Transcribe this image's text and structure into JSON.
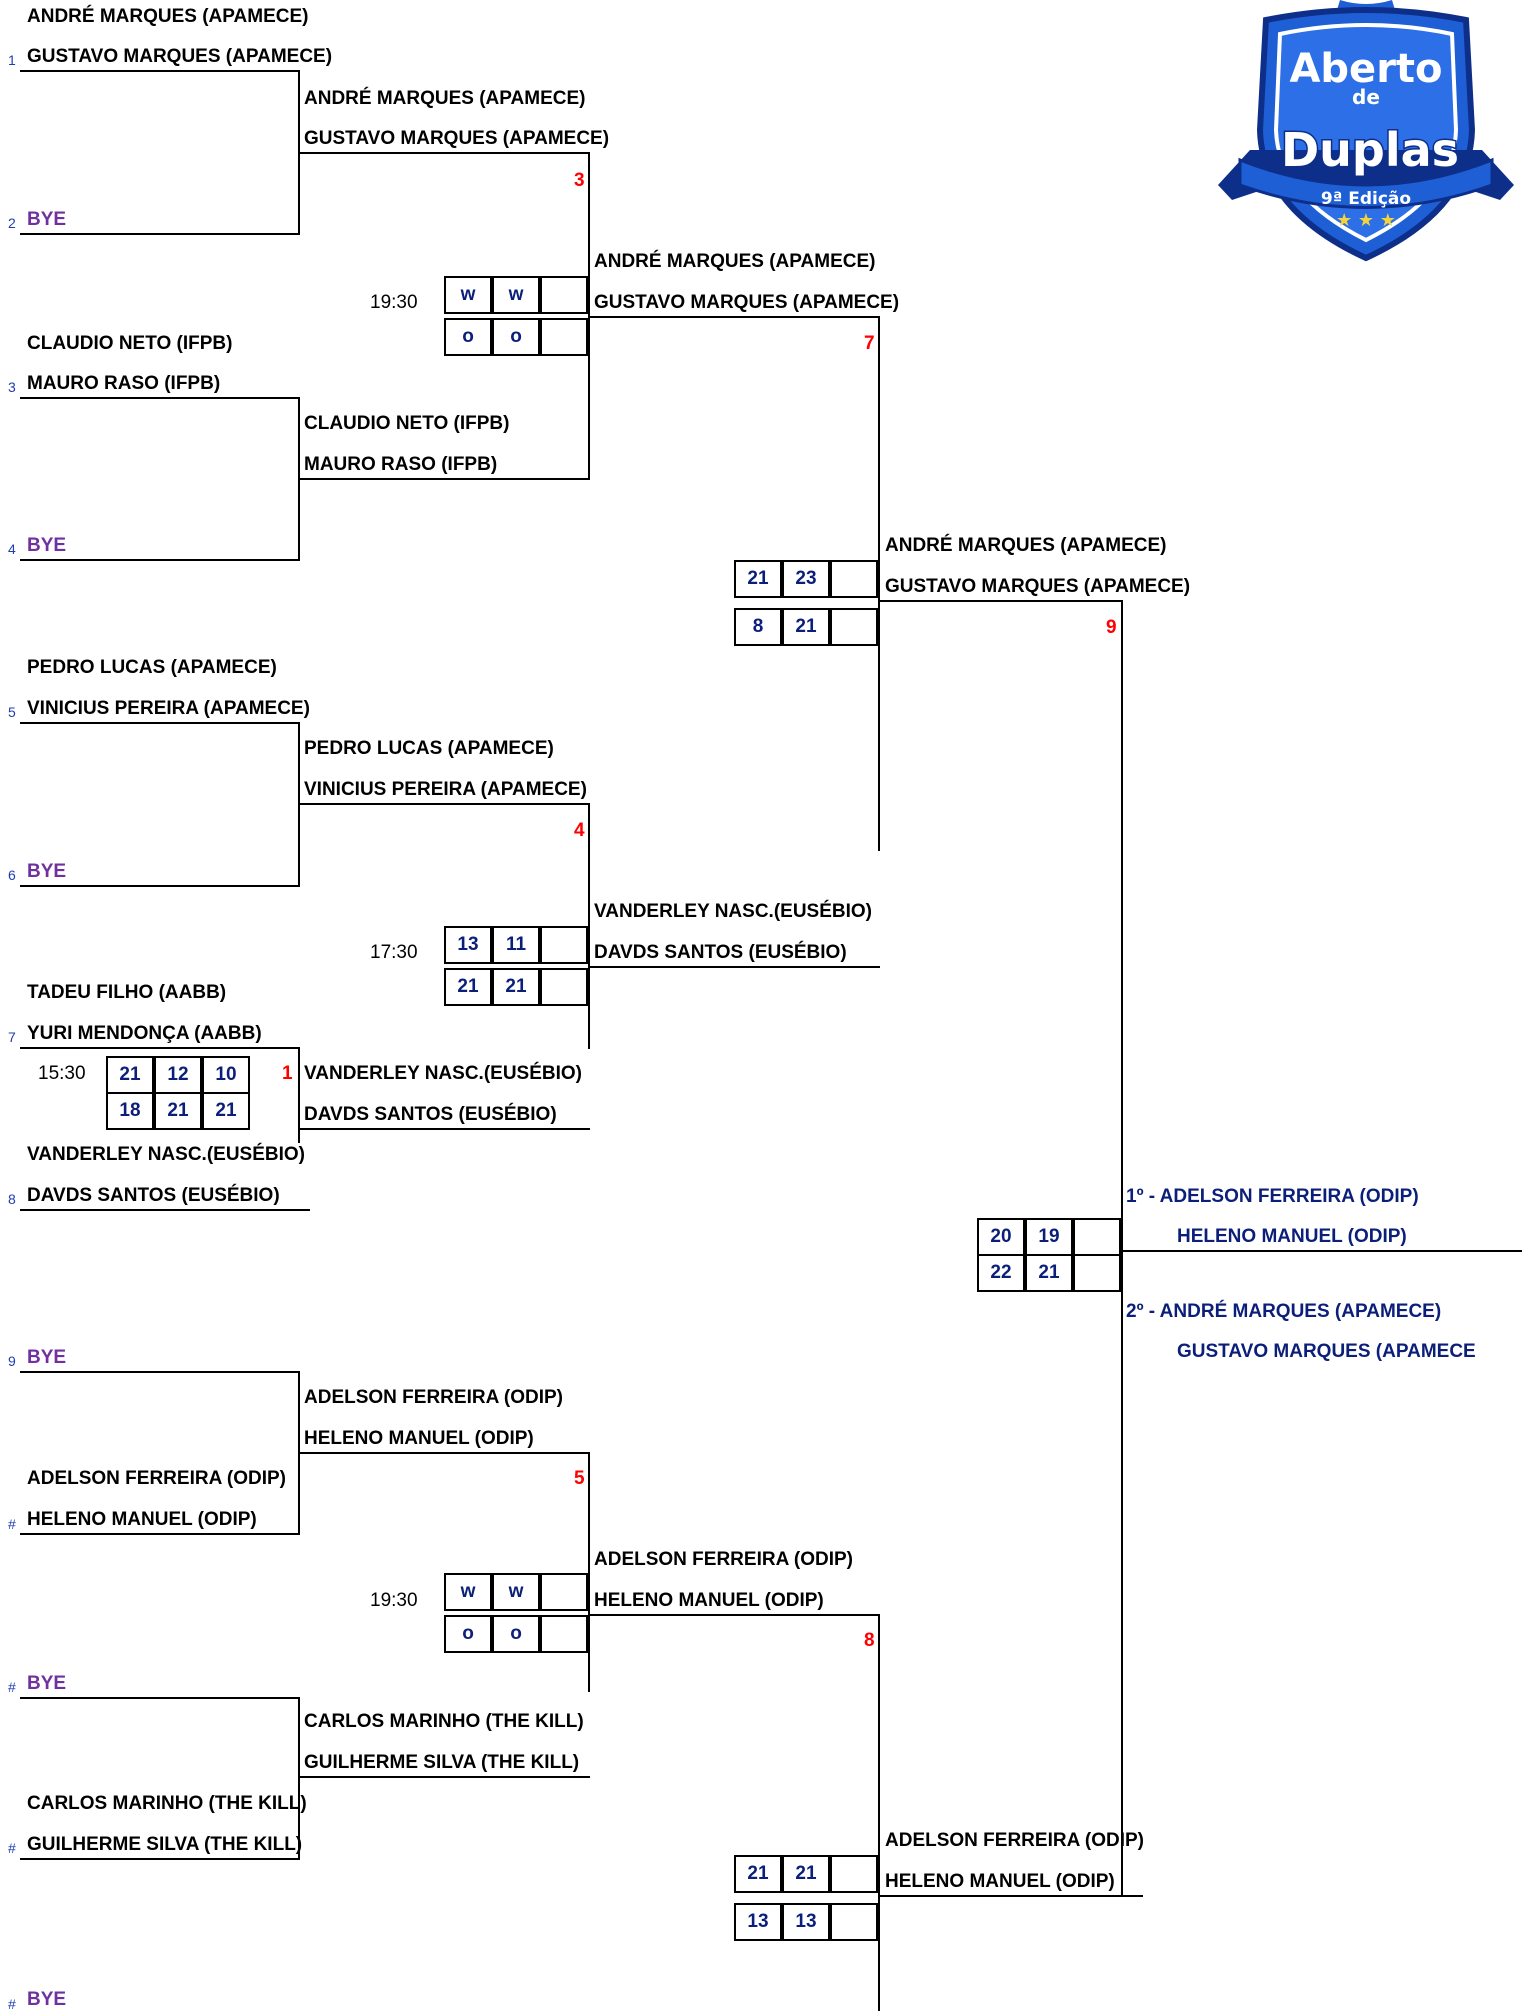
{
  "r1": [
    {
      "a": "ANDRÉ MARQUES (APAMECE)",
      "b": "GUSTAVO MARQUES (APAMECE)",
      "seed": "1"
    },
    {
      "a": "",
      "b": "BYE",
      "seed": "2"
    },
    {
      "a": "CLAUDIO NETO (IFPB)",
      "b": "MAURO RASO (IFPB)",
      "seed": "3"
    },
    {
      "a": "",
      "b": "BYE",
      "seed": "4"
    },
    {
      "a": "PEDRO LUCAS (APAMECE)",
      "b": "VINICIUS PEREIRA (APAMECE)",
      "seed": "5"
    },
    {
      "a": "",
      "b": "BYE",
      "seed": "6"
    },
    {
      "a": "TADEU FILHO (AABB)",
      "b": "YURI MENDONÇA (AABB)",
      "seed": "7"
    },
    {
      "a": "VANDERLEY NASC.(EUSÉBIO)",
      "b": "DAVDS SANTOS (EUSÉBIO)",
      "seed": "8"
    },
    {
      "a": "",
      "b": "BYE",
      "seed": "9"
    },
    {
      "a": "ADELSON FERREIRA (ODIP)",
      "b": "HELENO MANUEL (ODIP)",
      "seed": "#"
    },
    {
      "a": "",
      "b": "BYE",
      "seed": "#"
    },
    {
      "a": "CARLOS MARINHO (THE KILL)",
      "b": "GUILHERME SILVA (THE KILL)",
      "seed": "#"
    },
    {
      "a": "",
      "b": "BYE",
      "seed": "#"
    }
  ],
  "r2": [
    {
      "a": "ANDRÉ MARQUES (APAMECE)",
      "b": "GUSTAVO MARQUES (APAMECE)",
      "game": "3"
    },
    {
      "a": "CLAUDIO NETO (IFPB)",
      "b": "MAURO RASO (IFPB)"
    },
    {
      "a": "PEDRO LUCAS (APAMECE)",
      "b": "VINICIUS PEREIRA (APAMECE)",
      "game": "4"
    },
    {
      "a": "VANDERLEY NASC.(EUSÉBIO)",
      "b": "DAVDS SANTOS (EUSÉBIO)",
      "game": "1",
      "time": "15:30",
      "top": [
        "21",
        "12",
        "10"
      ],
      "bot": [
        "18",
        "21",
        "21"
      ]
    },
    {
      "a": "ADELSON FERREIRA (ODIP)",
      "b": "HELENO MANUEL (ODIP)",
      "game": "5"
    },
    {
      "a": "CARLOS MARINHO (THE KILL)",
      "b": "GUILHERME SILVA (THE KILL)"
    }
  ],
  "r3": [
    {
      "a": "ANDRÉ MARQUES (APAMECE)",
      "b": "GUSTAVO MARQUES (APAMECE)",
      "game": "7",
      "time": "19:30",
      "top": [
        "w",
        "w",
        ""
      ],
      "bot": [
        "o",
        "o",
        ""
      ]
    },
    {
      "a": "VANDERLEY NASC.(EUSÉBIO)",
      "b": "DAVDS SANTOS (EUSÉBIO)",
      "time": "17:30",
      "top": [
        "13",
        "11",
        ""
      ],
      "bot": [
        "21",
        "21",
        ""
      ]
    },
    {
      "a": "ADELSON FERREIRA (ODIP)",
      "b": "HELENO MANUEL (ODIP)",
      "game": "8",
      "time": "19:30",
      "top": [
        "w",
        "w",
        ""
      ],
      "bot": [
        "o",
        "o",
        ""
      ]
    }
  ],
  "r4": [
    {
      "a": "ANDRÉ MARQUES (APAMECE)",
      "b": "GUSTAVO MARQUES (APAMECE)",
      "game": "9",
      "top": [
        "21",
        "23",
        ""
      ],
      "bot": [
        "8",
        "21",
        ""
      ]
    },
    {
      "a": "ADELSON FERREIRA (ODIP)",
      "b": "HELENO MANUEL (ODIP)",
      "top": [
        "21",
        "21",
        ""
      ],
      "bot": [
        "13",
        "13",
        ""
      ]
    }
  ],
  "final": {
    "first_a": "1º - ADELSON FERREIRA (ODIP)",
    "first_b": "HELENO MANUEL (ODIP)",
    "second_a": "2º - ANDRÉ MARQUES (APAMECE)",
    "second_b": "GUSTAVO MARQUES (APAMECE",
    "top": [
      "20",
      "19",
      ""
    ],
    "bot": [
      "22",
      "21",
      ""
    ]
  },
  "logo": {
    "line1": "Aberto",
    "line2": "de",
    "line3": "Duplas",
    "edition": "9ª Edição",
    "stars": "★ ★ ★",
    "color": "#1f5fd6",
    "dark": "#0d2f8a"
  }
}
